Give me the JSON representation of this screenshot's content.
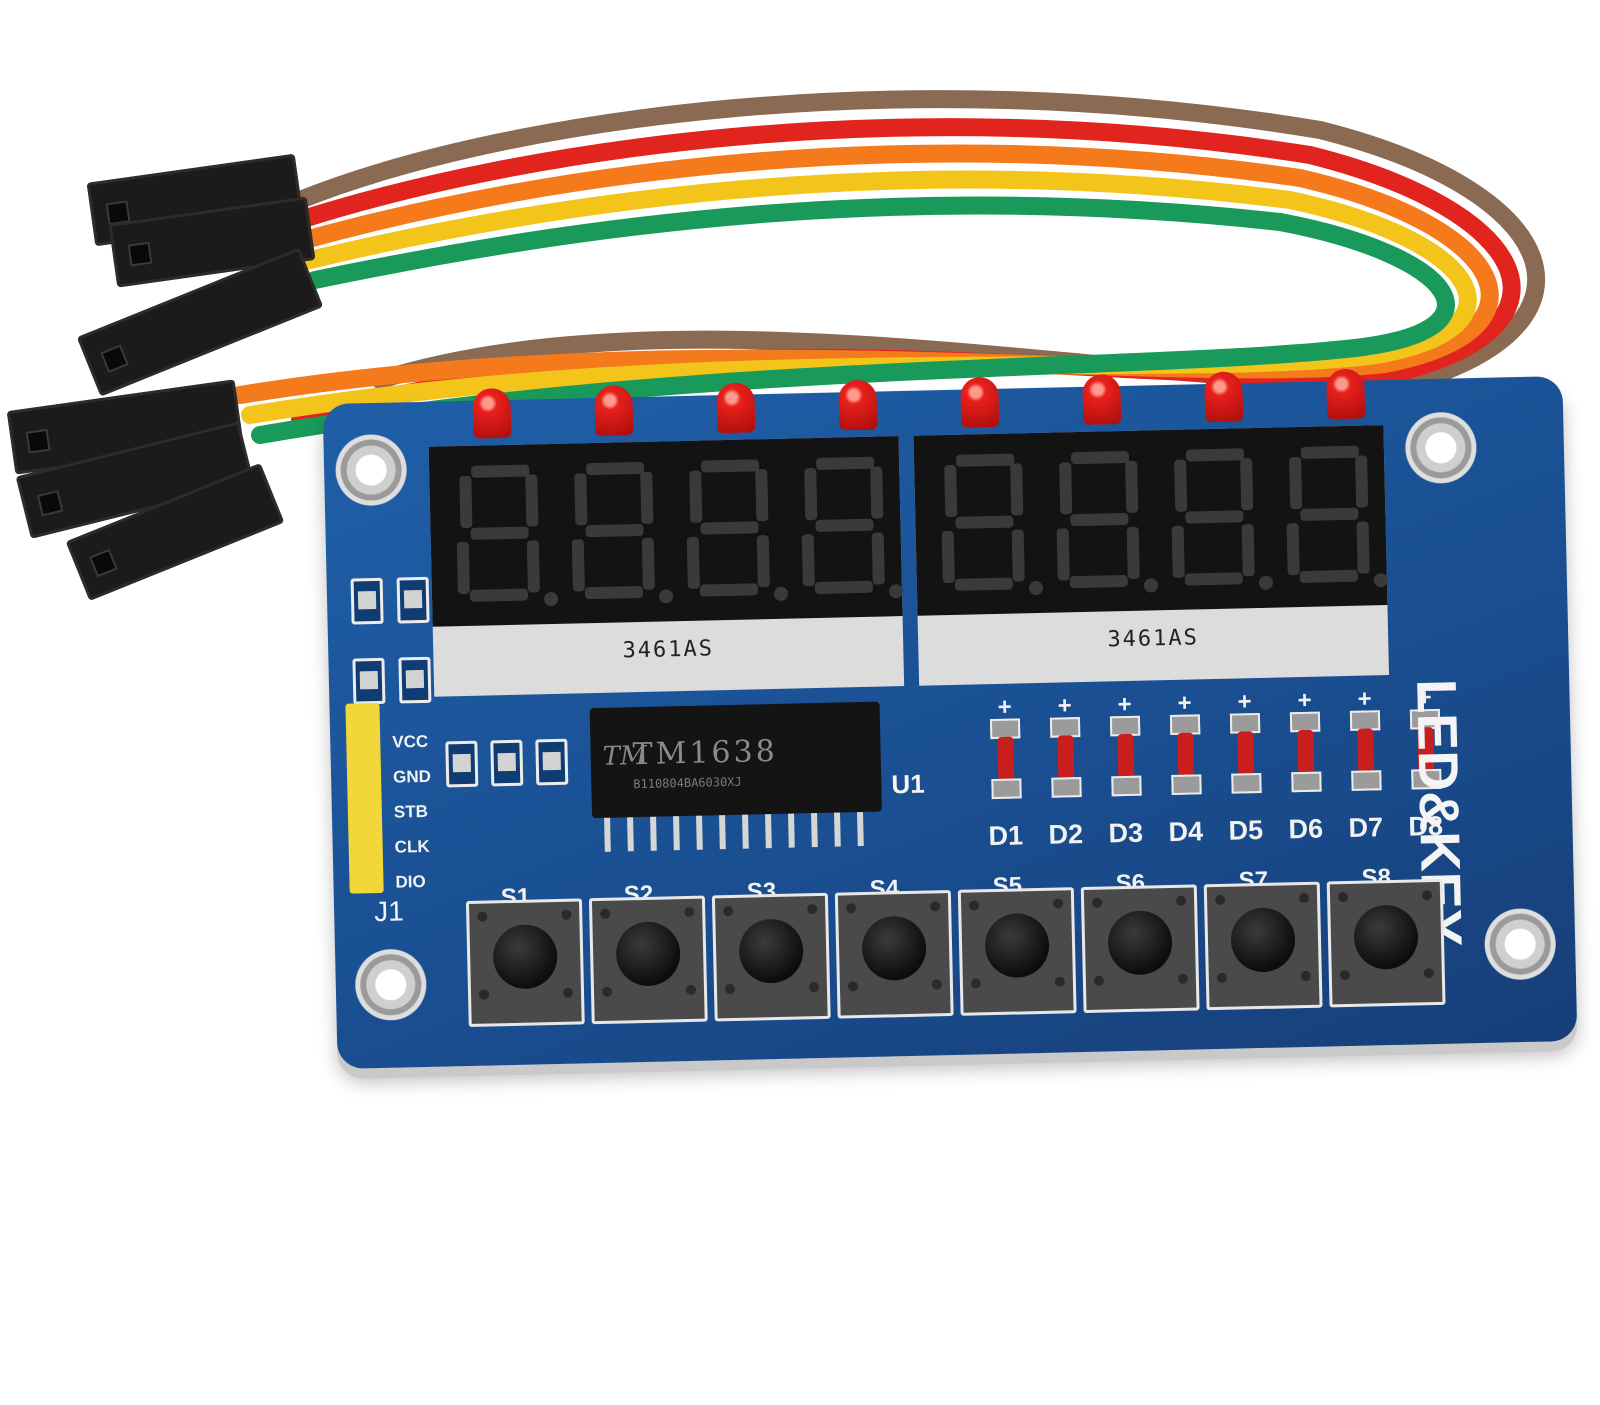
{
  "board": {
    "brand": "LED&KEY",
    "chip_marking": "TM1638",
    "chip_code": "B110804BA6030XJ",
    "chip_logo": "TM",
    "chip_ref": "U1",
    "header_ref": "J1",
    "display_part_left": "3461AS",
    "display_part_right": "3461AS",
    "header_pins": [
      "VCC",
      "GND",
      "STB",
      "CLK",
      "DIO"
    ],
    "diodes": [
      "D1",
      "D2",
      "D3",
      "D4",
      "D5",
      "D6",
      "D7",
      "D8"
    ],
    "buttons": [
      "S1",
      "S2",
      "S3",
      "S4",
      "S5",
      "S6",
      "S7",
      "S8"
    ],
    "diode_polarity": "+"
  },
  "colors": {
    "pcb": "#1a4f92",
    "led": "#e8201c",
    "header": "#f2d63a",
    "wires": [
      "#8a6a52",
      "#e2241f",
      "#f47a1c",
      "#f3c51b",
      "#1a9a5a"
    ]
  }
}
